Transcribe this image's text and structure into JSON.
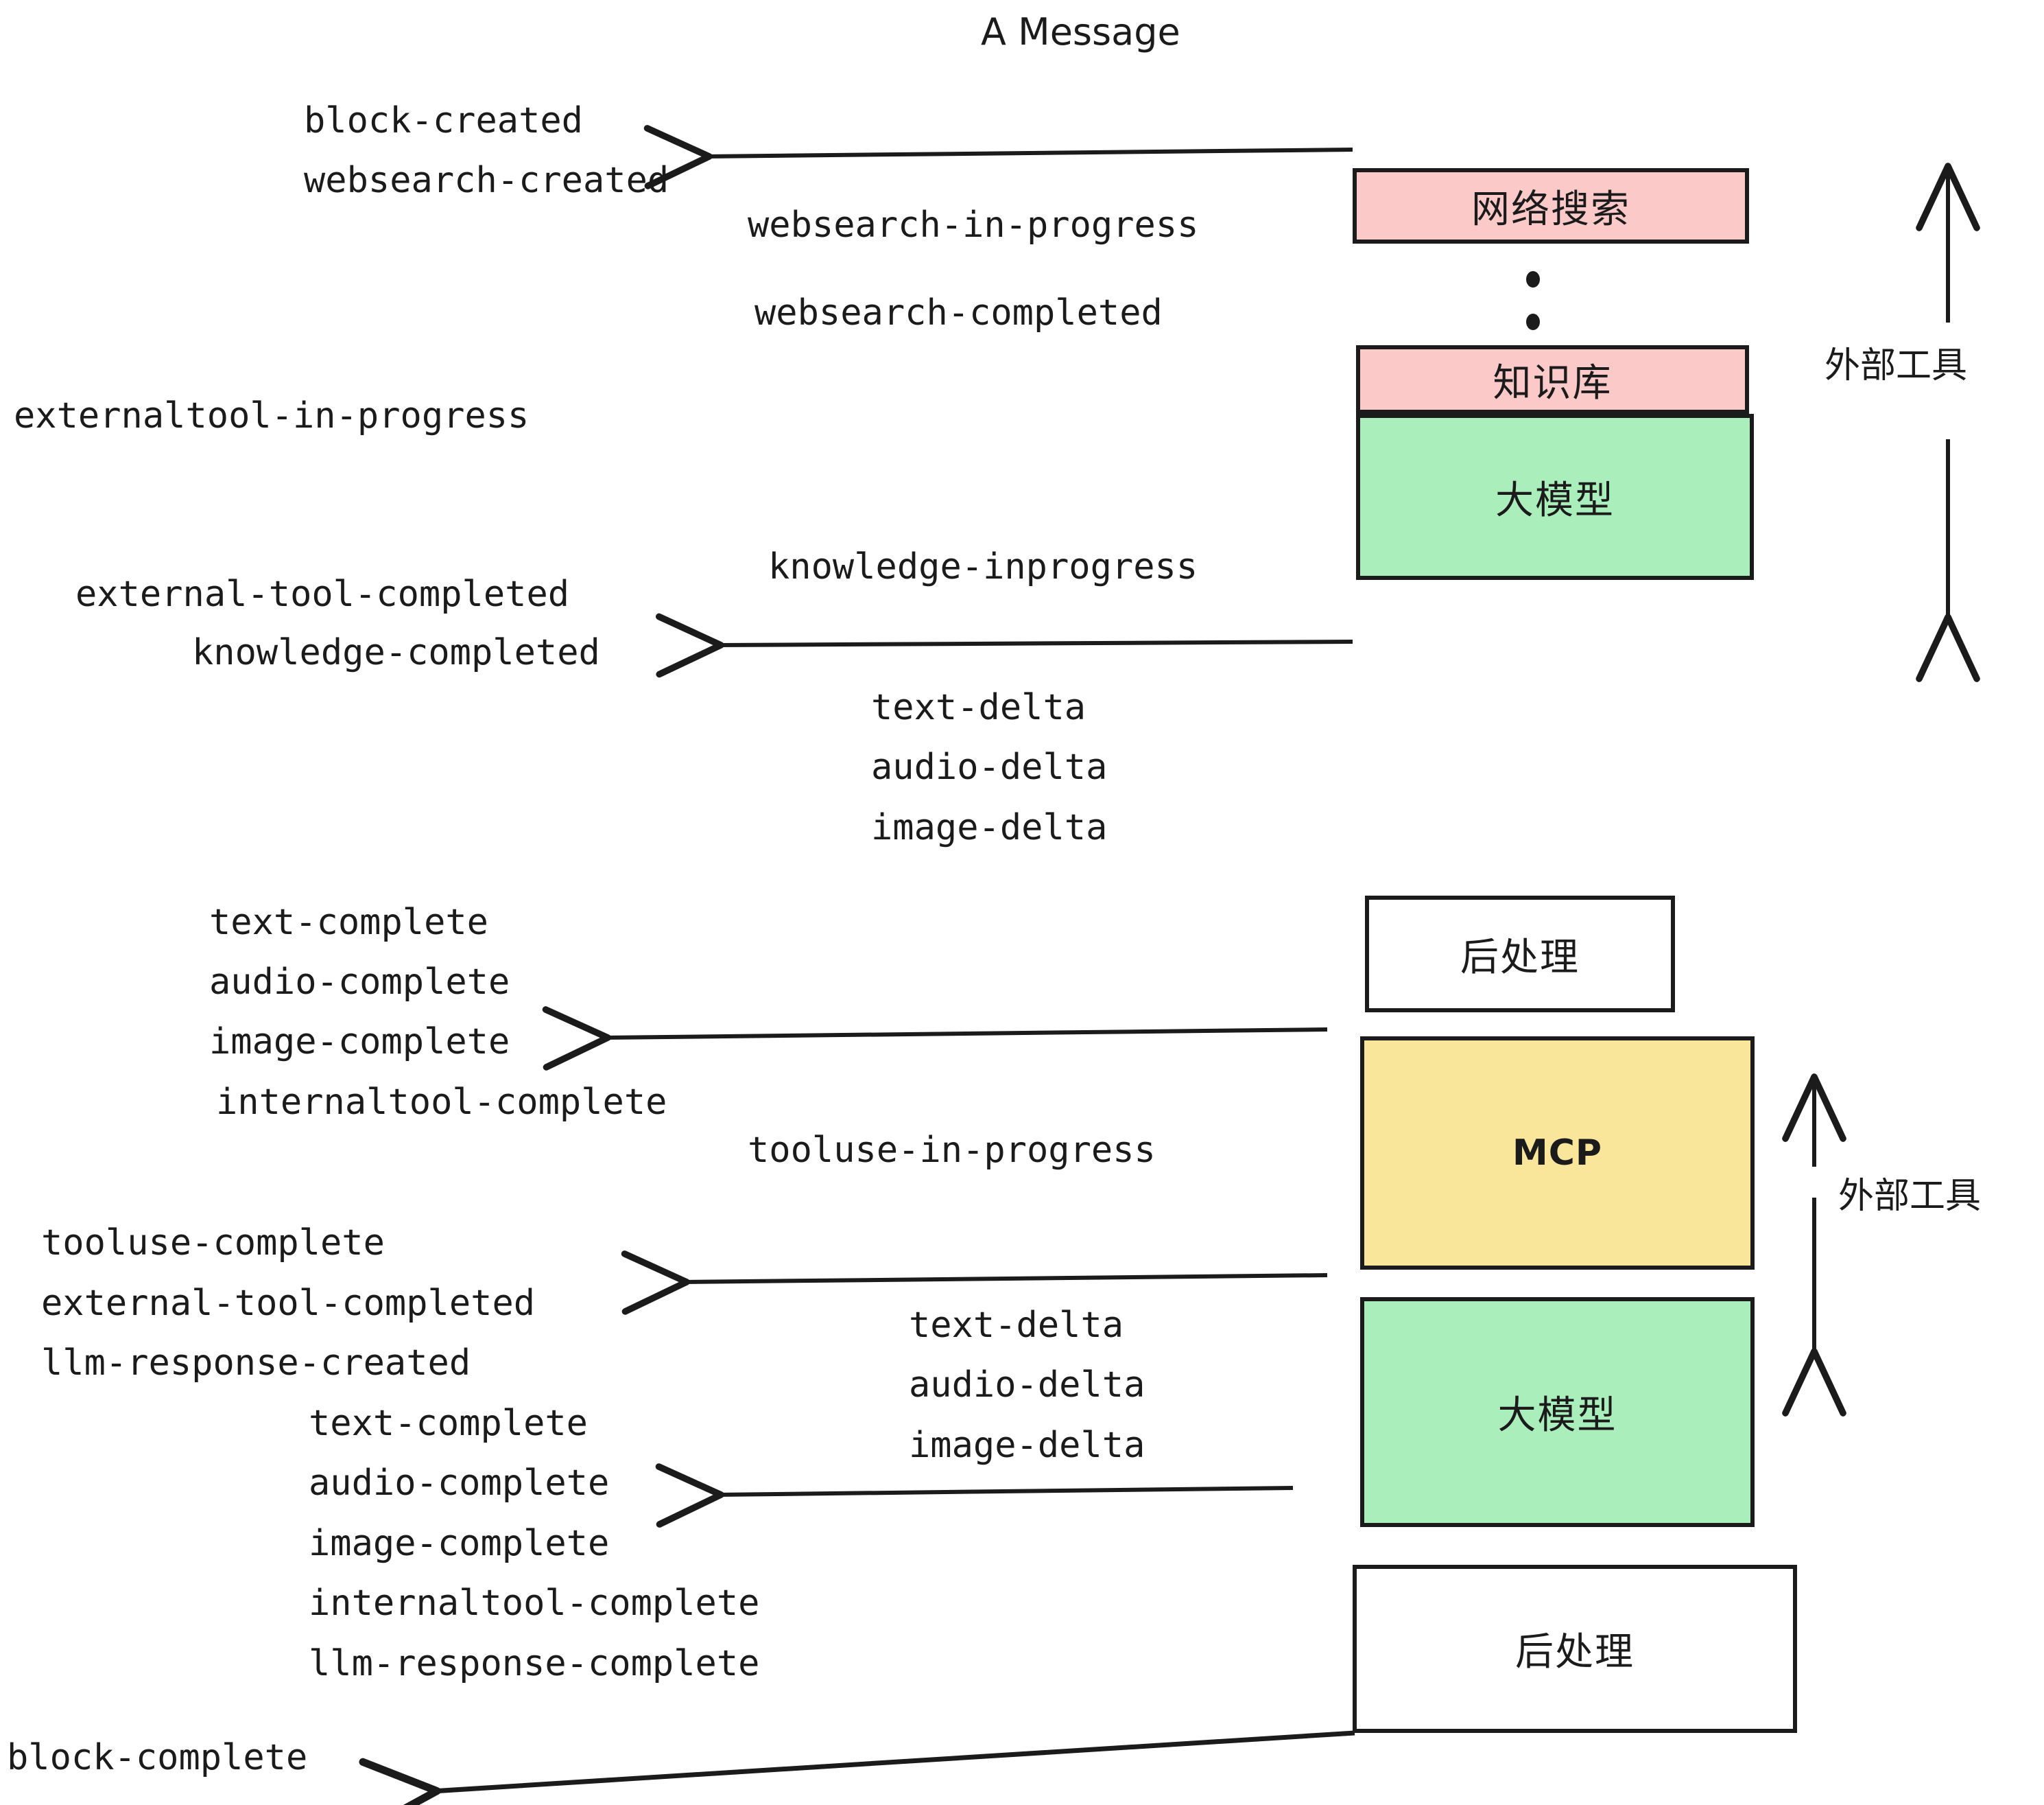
{
  "diagram": {
    "title": "A Message",
    "events": {
      "block_created": "block-created",
      "websearch_created": "websearch-created",
      "websearch_in_progress": "websearch-in-progress",
      "websearch_completed": "websearch-completed",
      "externaltool_in_progress": "externaltool-in-progress",
      "knowledge_inprogress": "knowledge-inprogress",
      "external_tool_completed_1": "external-tool-completed",
      "knowledge_completed": "knowledge-completed",
      "text_delta_1": "text-delta",
      "audio_delta_1": "audio-delta",
      "image_delta_1": "image-delta",
      "text_complete_1": "text-complete",
      "audio_complete_1": "audio-complete",
      "image_complete_1": "image-complete",
      "internaltool_complete_1": "internaltool-complete",
      "tooluse_in_progress": "tooluse-in-progress",
      "tooluse_complete": "tooluse-complete",
      "external_tool_completed_2": "external-tool-completed",
      "llm_response_created": "llm-response-created",
      "text_delta_2": "text-delta",
      "audio_delta_2": "audio-delta",
      "image_delta_2": "image-delta",
      "text_complete_2": "text-complete",
      "audio_complete_2": "audio-complete",
      "image_complete_2": "image-complete",
      "internaltool_complete_2": "internaltool-complete",
      "llm_response_complete": "llm-response-complete",
      "block_complete": "block-complete"
    },
    "nodes": {
      "websearch": "网络搜索",
      "knowledge": "知识库",
      "llm_1": "大模型",
      "postprocess_1": "后处理",
      "mcp": "MCP",
      "llm_2": "大模型",
      "postprocess_2": "后处理"
    },
    "annotations": {
      "external_tool_top": "外部工具",
      "external_tool_bottom": "外部工具"
    },
    "colors": {
      "pink": "#fcc9c9",
      "green": "#aaeebb",
      "yellow": "#fae69b",
      "white": "#ffffff",
      "stroke": "#1b1b1b"
    }
  }
}
